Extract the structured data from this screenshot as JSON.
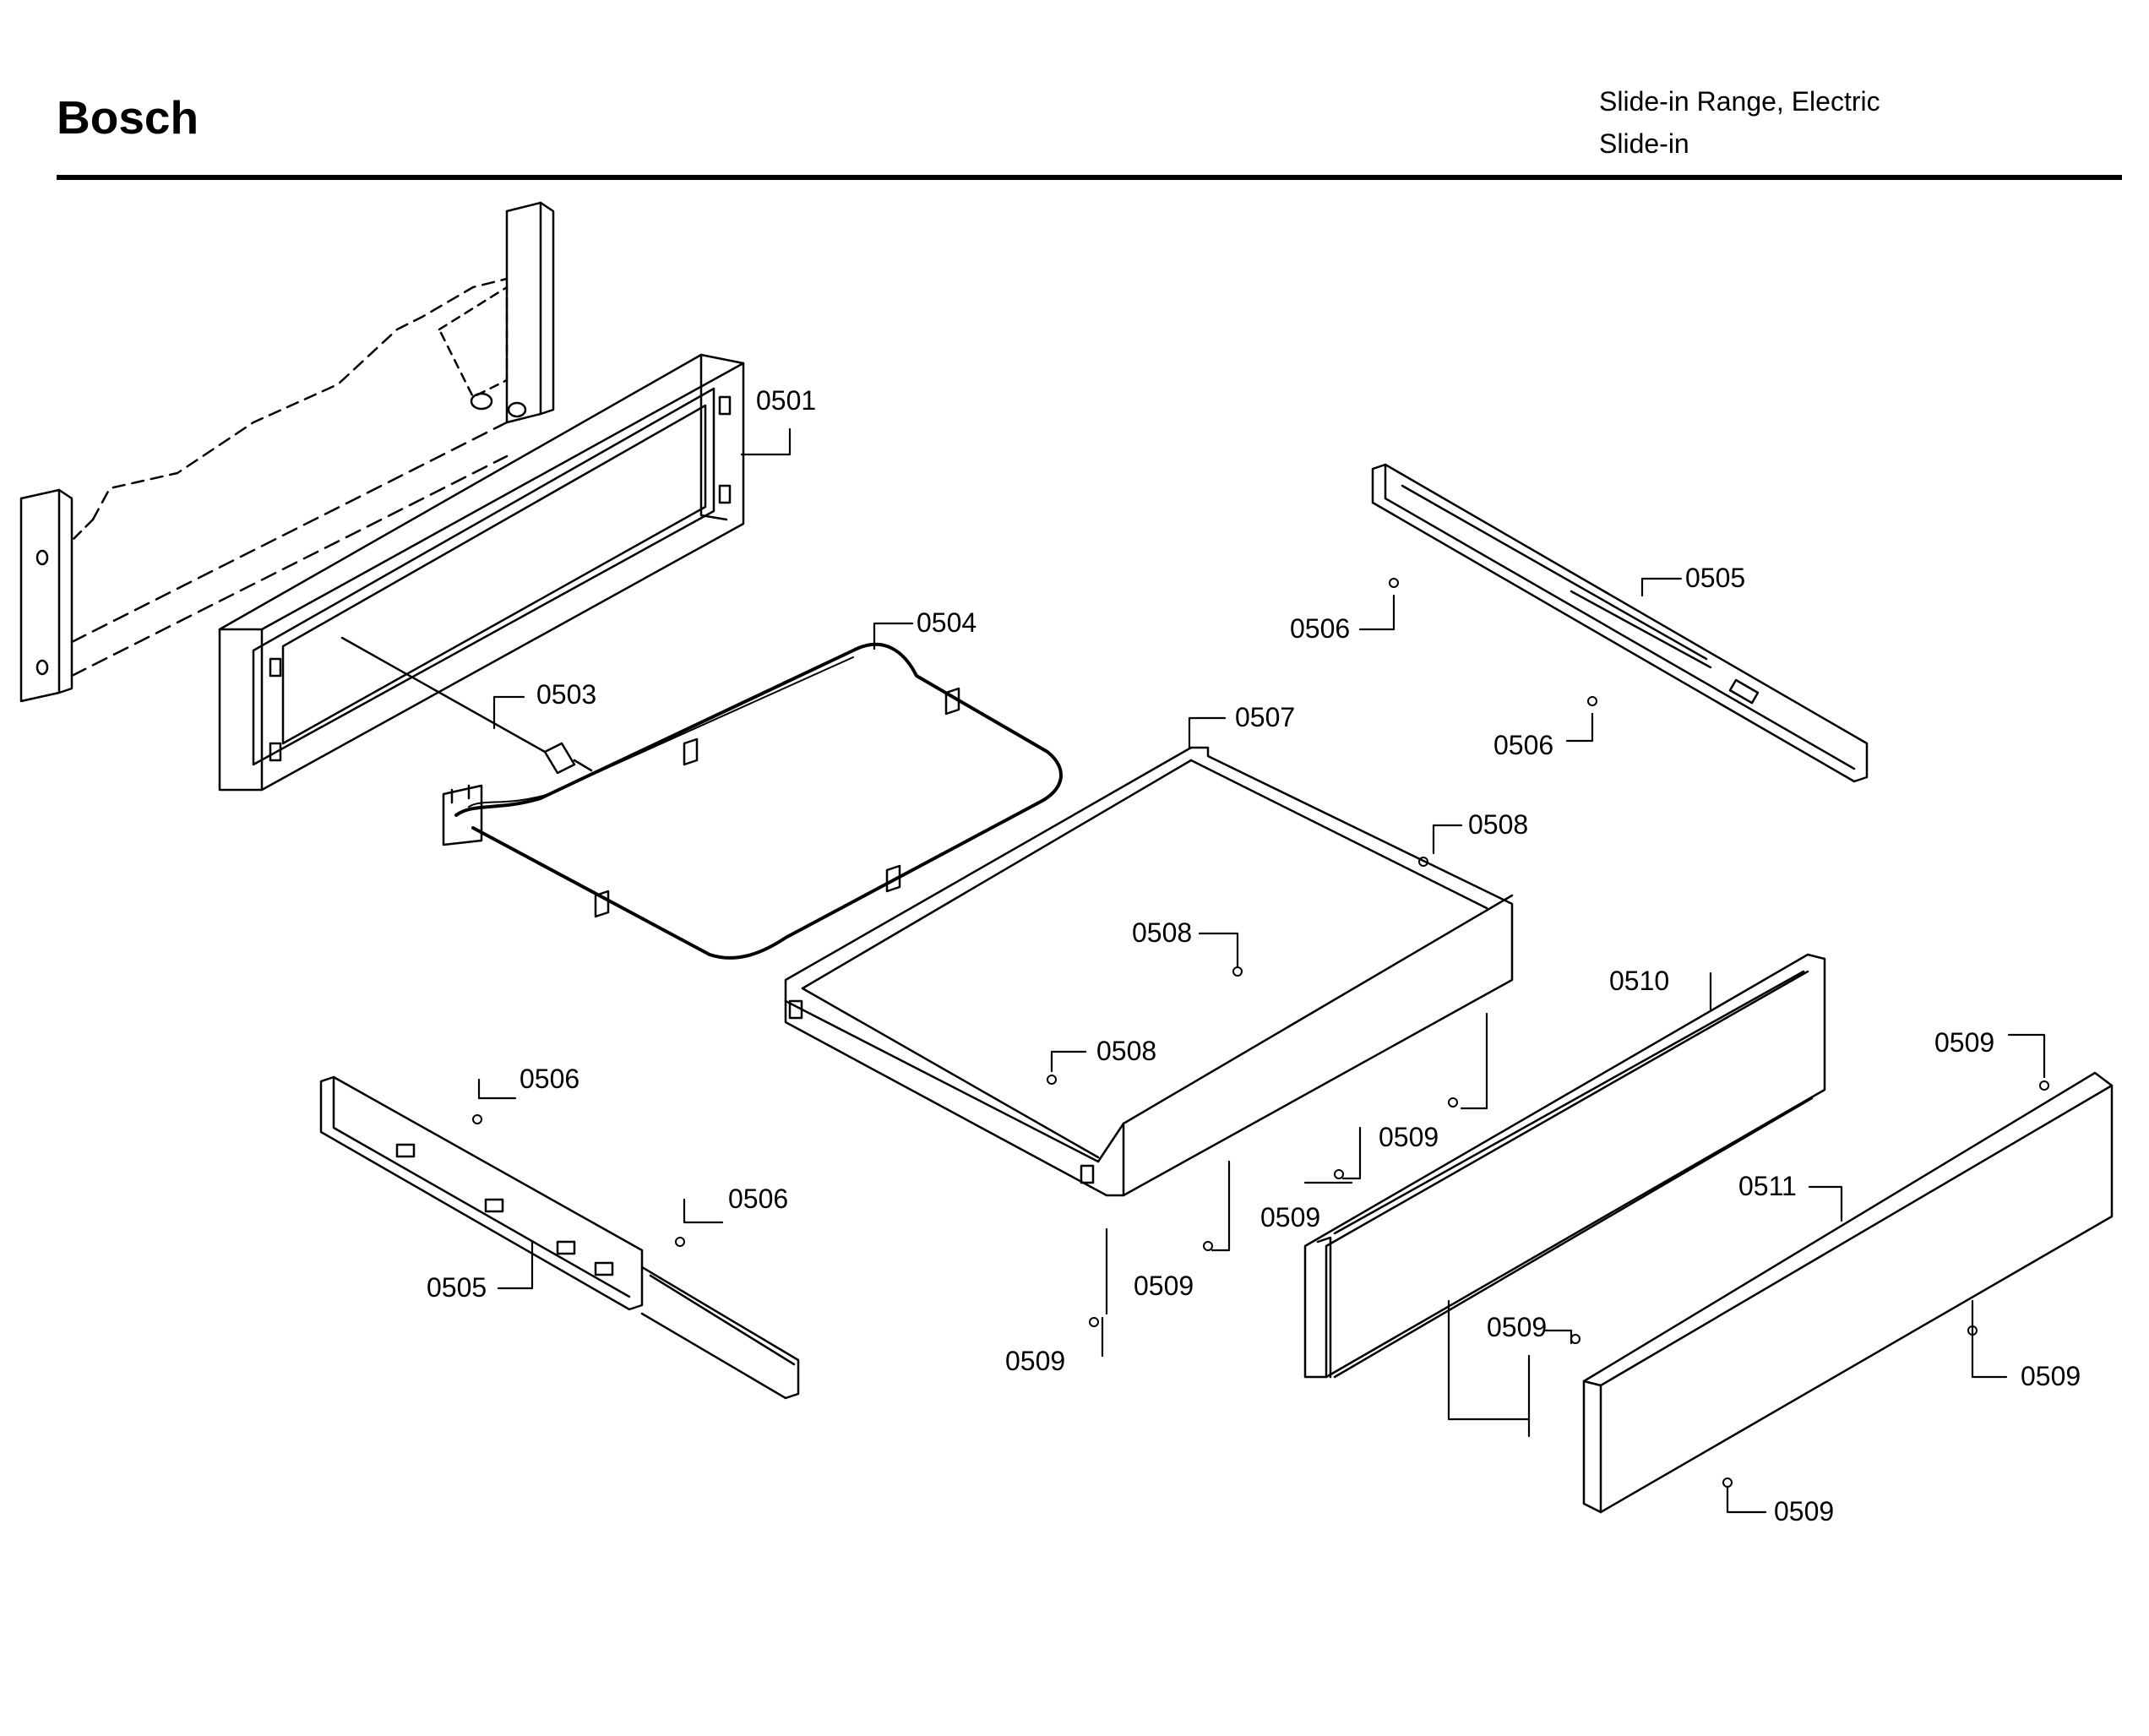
{
  "header": {
    "brand": "Bosch",
    "product_line": "Slide-in Range, Electric",
    "product_type": "Slide-in"
  },
  "callouts": {
    "c0501": "0501",
    "c0503": "0503",
    "c0504": "0504",
    "c0505a": "0505",
    "c0505b": "0505",
    "c0506a": "0506",
    "c0506b": "0506",
    "c0506c": "0506",
    "c0506d": "0506",
    "c0507": "0507",
    "c0508a": "0508",
    "c0508b": "0508",
    "c0508c": "0508",
    "c0509a": "0509",
    "c0509b": "0509",
    "c0509c": "0509",
    "c0509d": "0509",
    "c0509e": "0509",
    "c0509f": "0509",
    "c0509g": "0509",
    "c0509h": "0509",
    "c0510": "0510",
    "c0511": "0511"
  }
}
